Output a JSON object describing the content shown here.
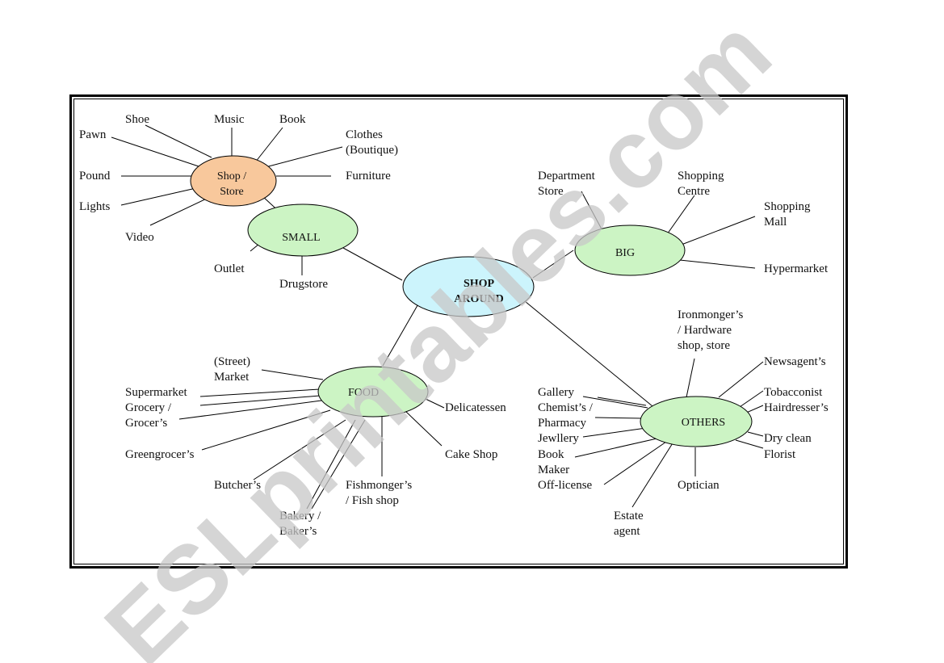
{
  "watermark": "ESLprintables.com",
  "colors": {
    "center_fill": "#ccf4fc",
    "branch_fill": "#ccf4c4",
    "shop_fill": "#f8c89c",
    "stroke": "#000000"
  },
  "nodes": {
    "center": [
      "SHOP",
      "AROUND"
    ],
    "shop": [
      "Shop /",
      "Store"
    ],
    "small": [
      "SMALL"
    ],
    "big": [
      "BIG"
    ],
    "food": [
      "FOOD"
    ],
    "others": [
      "OTHERS"
    ]
  },
  "labels": {
    "pawn": [
      "Pawn"
    ],
    "shoe": [
      "Shoe"
    ],
    "music": [
      "Music"
    ],
    "book": [
      "Book"
    ],
    "clothes": [
      "Clothes",
      "(Boutique)"
    ],
    "pound": [
      "Pound"
    ],
    "furniture": [
      "Furniture"
    ],
    "lights": [
      "Lights"
    ],
    "video": [
      "Video"
    ],
    "outlet": [
      "Outlet"
    ],
    "drugstore": [
      "Drugstore"
    ],
    "department": [
      "Department",
      "Store"
    ],
    "shopping_centre": [
      "Shopping",
      "Centre"
    ],
    "shopping_mall": [
      "Shopping",
      "Mall"
    ],
    "hypermarket": [
      "Hypermarket"
    ],
    "market": [
      "(Street)",
      "Market"
    ],
    "supermarket": [
      "Supermarket"
    ],
    "grocery": [
      "Grocery /",
      "Grocer’s"
    ],
    "greengrocer": [
      "Greengrocer’s"
    ],
    "butcher": [
      "Butcher’s"
    ],
    "bakery": [
      "Bakery /",
      "Baker’s"
    ],
    "fishmonger": [
      "Fishmonger’s",
      "/ Fish shop"
    ],
    "cake": [
      "Cake Shop"
    ],
    "delicatessen": [
      "Delicatessen"
    ],
    "ironmonger": [
      "Ironmonger’s",
      "/ Hardware",
      "shop, store"
    ],
    "newsagent": [
      "Newsagent’s"
    ],
    "tobacconist": [
      "Tobacconist"
    ],
    "hairdresser": [
      "Hairdresser’s"
    ],
    "dryclean": [
      "Dry clean"
    ],
    "florist": [
      "Florist"
    ],
    "optician": [
      "Optician"
    ],
    "estate": [
      "Estate",
      "agent"
    ],
    "gallery": [
      "Gallery"
    ],
    "chemist": [
      "Chemist’s /"
    ],
    "pharmacy": [
      "Pharmacy"
    ],
    "jewllery": [
      "Jewllery"
    ],
    "bookmaker": [
      "Book",
      "Maker"
    ],
    "offlicense": [
      "Off-license"
    ]
  }
}
